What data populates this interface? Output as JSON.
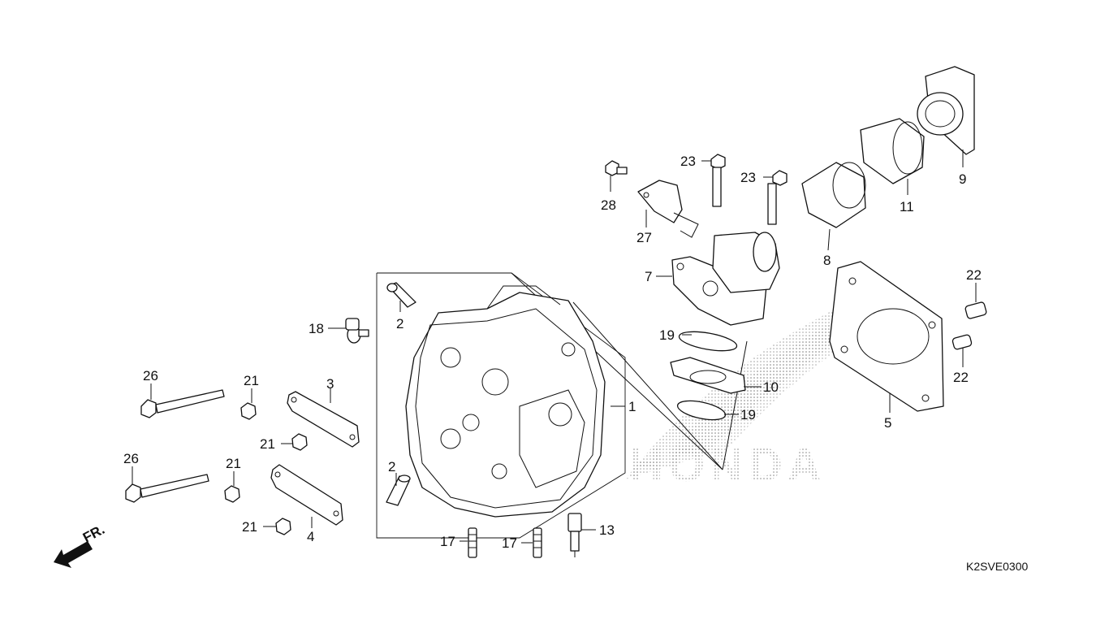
{
  "diagram_code": "K2SVE0300",
  "direction_marker": "FR.",
  "watermark": "HONDA",
  "callouts": [
    {
      "id": "c1",
      "text": "1"
    },
    {
      "id": "c2a",
      "text": "2"
    },
    {
      "id": "c2b",
      "text": "2"
    },
    {
      "id": "c3",
      "text": "3"
    },
    {
      "id": "c4",
      "text": "4"
    },
    {
      "id": "c5",
      "text": "5"
    },
    {
      "id": "c7",
      "text": "7"
    },
    {
      "id": "c8",
      "text": "8"
    },
    {
      "id": "c9",
      "text": "9"
    },
    {
      "id": "c10",
      "text": "10"
    },
    {
      "id": "c11",
      "text": "11"
    },
    {
      "id": "c13",
      "text": "13"
    },
    {
      "id": "c17a",
      "text": "17"
    },
    {
      "id": "c17b",
      "text": "17"
    },
    {
      "id": "c18",
      "text": "18"
    },
    {
      "id": "c19a",
      "text": "19"
    },
    {
      "id": "c19b",
      "text": "19"
    },
    {
      "id": "c21a",
      "text": "21"
    },
    {
      "id": "c21b",
      "text": "21"
    },
    {
      "id": "c21c",
      "text": "21"
    },
    {
      "id": "c21d",
      "text": "21"
    },
    {
      "id": "c22a",
      "text": "22"
    },
    {
      "id": "c22b",
      "text": "22"
    },
    {
      "id": "c23a",
      "text": "23"
    },
    {
      "id": "c23b",
      "text": "23"
    },
    {
      "id": "c26a",
      "text": "26"
    },
    {
      "id": "c26b",
      "text": "26"
    },
    {
      "id": "c27",
      "text": "27"
    },
    {
      "id": "c28",
      "text": "28"
    }
  ]
}
